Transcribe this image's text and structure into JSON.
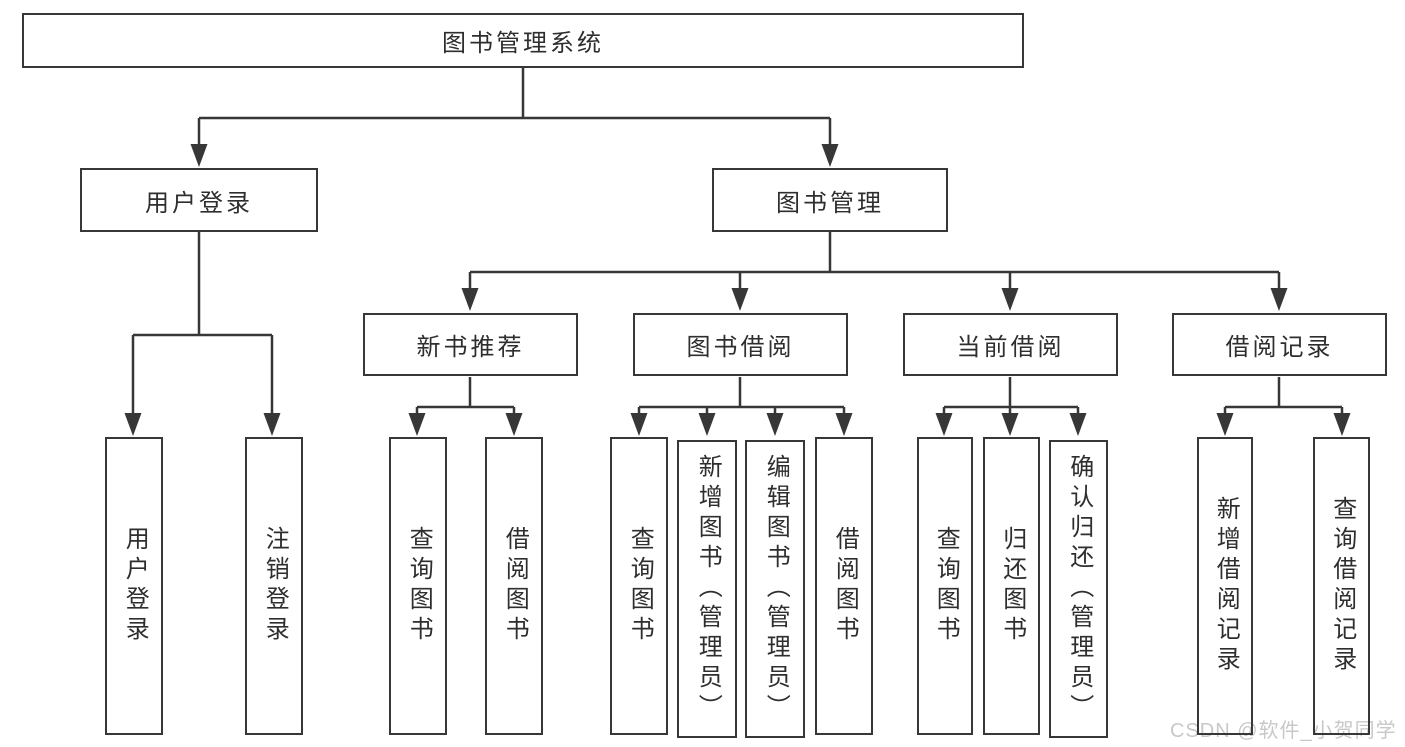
{
  "diagram": {
    "root": "图书管理系统",
    "level2": {
      "user_login": "用户登录",
      "book_management": "图书管理"
    },
    "level3": {
      "new_book_recommend": "新书推荐",
      "book_borrow": "图书借阅",
      "current_borrow": "当前借阅",
      "borrow_records": "借阅记录"
    },
    "leaves": {
      "user_login": [
        "用户登录",
        "注销登录"
      ],
      "new_book_recommend": [
        "查询图书",
        "借阅图书"
      ],
      "book_borrow": [
        "查询图书",
        "新增图书（管理员）",
        "编辑图书（管理员）",
        "借阅图书"
      ],
      "current_borrow": [
        "查询图书",
        "归还图书",
        "确认归还（管理员）"
      ],
      "borrow_records": [
        "新增借阅记录",
        "查询借阅记录"
      ]
    },
    "colors": {
      "line": "#373737",
      "box_border": "#373737",
      "text": "#2e2e2e",
      "background": "#ffffff",
      "watermark": "#c8c8c8"
    },
    "watermark": "CSDN @软件_小贺同学"
  }
}
